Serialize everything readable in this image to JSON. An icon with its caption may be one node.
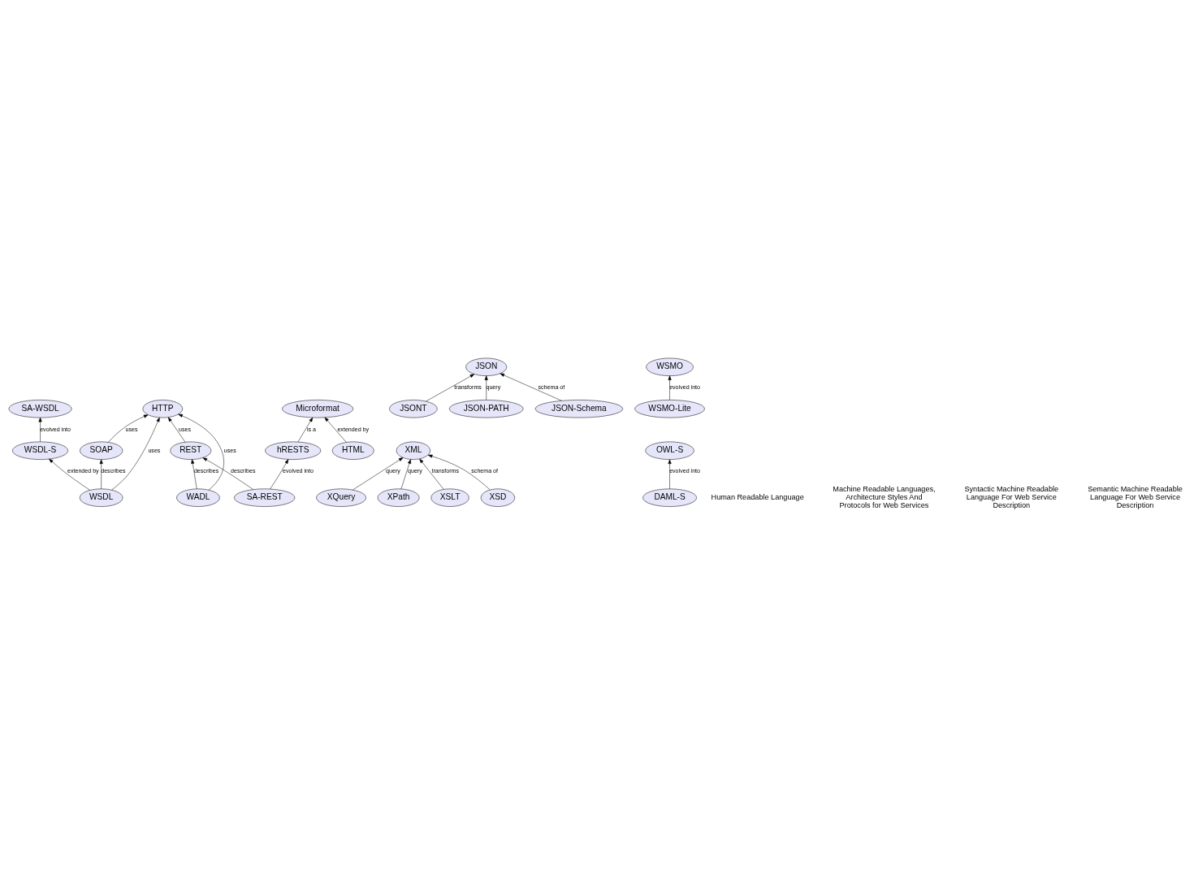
{
  "diagram": {
    "nodes": [
      {
        "text": [
          "Microformat"
        ]
      },
      {
        "text": [
          "hRESTS"
        ]
      },
      {
        "text": [
          "XQuery"
        ]
      },
      {
        "text": [
          "XPath"
        ]
      },
      {
        "text": [
          "XML"
        ]
      },
      {
        "text": [
          "XSLT"
        ]
      },
      {
        "text": [
          "HTML"
        ]
      },
      {
        "text": [
          "XSD"
        ]
      },
      {
        "text": [
          "SA-REST"
        ]
      },
      {
        "text": [
          "WSMO"
        ]
      },
      {
        "text": [
          "WSMO-Lite"
        ]
      },
      {
        "text": [
          "SA-WSDL"
        ]
      },
      {
        "text": [
          "WSDL-S"
        ]
      },
      {
        "text": [
          "JSONT"
        ]
      },
      {
        "text": [
          "JSON"
        ]
      },
      {
        "text": [
          "JSON-PATH"
        ]
      },
      {
        "text": [
          "WSDL"
        ]
      },
      {
        "text": [
          "JSON-Schema"
        ]
      },
      {
        "text": [
          "OWL-S"
        ]
      },
      {
        "text": [
          "DAML-S"
        ]
      },
      {
        "text": [
          "SOAP"
        ]
      },
      {
        "text": [
          "HTTP"
        ]
      },
      {
        "text": [
          "WADL"
        ]
      },
      {
        "text": [
          "REST"
        ]
      }
    ],
    "edges": [
      {
        "from": 6,
        "to": 0,
        "arrow": "to",
        "label": "extended by"
      },
      {
        "from": 1,
        "to": 0,
        "arrow": "to",
        "label": "is a"
      },
      {
        "from": 8,
        "to": 1,
        "arrow": "to",
        "label": "evolved into"
      },
      {
        "from": 2,
        "to": 4,
        "arrow": "to",
        "label": "query"
      },
      {
        "from": 3,
        "to": 4,
        "arrow": "to",
        "label": "query"
      },
      {
        "from": 5,
        "to": 4,
        "arrow": "to",
        "label": "transforms"
      },
      {
        "from": 7,
        "to": 4,
        "arrow": "to",
        "label": "schema of"
      },
      {
        "from": 8,
        "to": 23,
        "arrow": "to",
        "label": "describes"
      },
      {
        "from": 10,
        "to": 9,
        "arrow": "to",
        "label": "evolved into"
      },
      {
        "from": 12,
        "to": 11,
        "arrow": "to",
        "label": "evolved into"
      },
      {
        "from": 16,
        "to": 12,
        "arrow": "to",
        "label": "extended by"
      },
      {
        "from": 13,
        "to": 14,
        "arrow": "to",
        "label": "transforms"
      },
      {
        "from": 15,
        "to": 14,
        "arrow": "to",
        "label": "query"
      },
      {
        "from": 17,
        "to": 14,
        "arrow": "to",
        "label": "schema of"
      },
      {
        "from": 16,
        "to": 20,
        "arrow": "to",
        "label": "describes"
      },
      {
        "from": 16,
        "to": 21,
        "arrow": "to",
        "label": "uses"
      },
      {
        "from": 19,
        "to": 18,
        "arrow": "to",
        "label": "evolved into"
      },
      {
        "from": 20,
        "to": 21,
        "arrow": "to",
        "label": "uses"
      },
      {
        "from": 22,
        "to": 21,
        "arrow": "to",
        "label": "uses"
      },
      {
        "from": 22,
        "to": 23,
        "arrow": "to",
        "label": "describes"
      },
      {
        "from": 23,
        "to": 21,
        "arrow": "to",
        "label": "uses"
      }
    ],
    "labels": [
      "Human Readable Language",
      "Machine Readable Languages, Architecture Styles And Protocols for Web Services",
      "Syntactic Machine Readable Language For Web Service Description",
      "Semantic Machine Readable Language For Web Service Description"
    ]
  }
}
